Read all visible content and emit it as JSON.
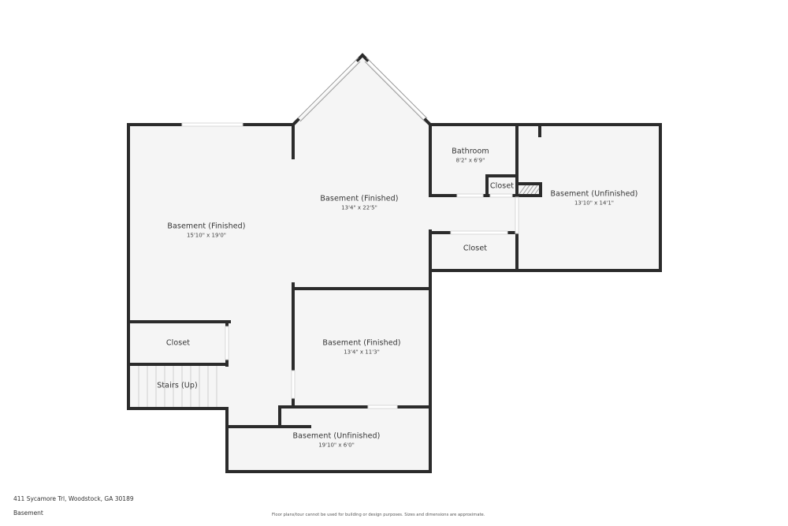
{
  "floorplan": {
    "rooms": [
      {
        "name": "Basement (Finished)",
        "dimensions": "15'10\" x 19'0\""
      },
      {
        "name": "Basement (Finished)",
        "dimensions": "13'4\" x 22'5\""
      },
      {
        "name": "Bathroom",
        "dimensions": "8'2\" x 6'9\""
      },
      {
        "name": "Closet",
        "dimensions": ""
      },
      {
        "name": "Basement (Unfinished)",
        "dimensions": "13'10\" x 14'1\""
      },
      {
        "name": "Closet",
        "dimensions": ""
      },
      {
        "name": "Closet",
        "dimensions": ""
      },
      {
        "name": "Stairs (Up)",
        "dimensions": ""
      },
      {
        "name": "Basement (Finished)",
        "dimensions": "13'4\" x 11'3\""
      },
      {
        "name": "Basement (Unfinished)",
        "dimensions": "19'10\" x 6'0\""
      }
    ],
    "colors": {
      "wall": "#2b2b2b",
      "floor": "#f5f5f5",
      "window": "#ffffff"
    }
  },
  "footer": {
    "address": "411 Sycamore Trl, Woodstock, GA 30189",
    "floor_name": "Basement",
    "disclaimer": "Floor plans/tour cannot be used for building or design purposes. Sizes and dimensions are approximate."
  }
}
